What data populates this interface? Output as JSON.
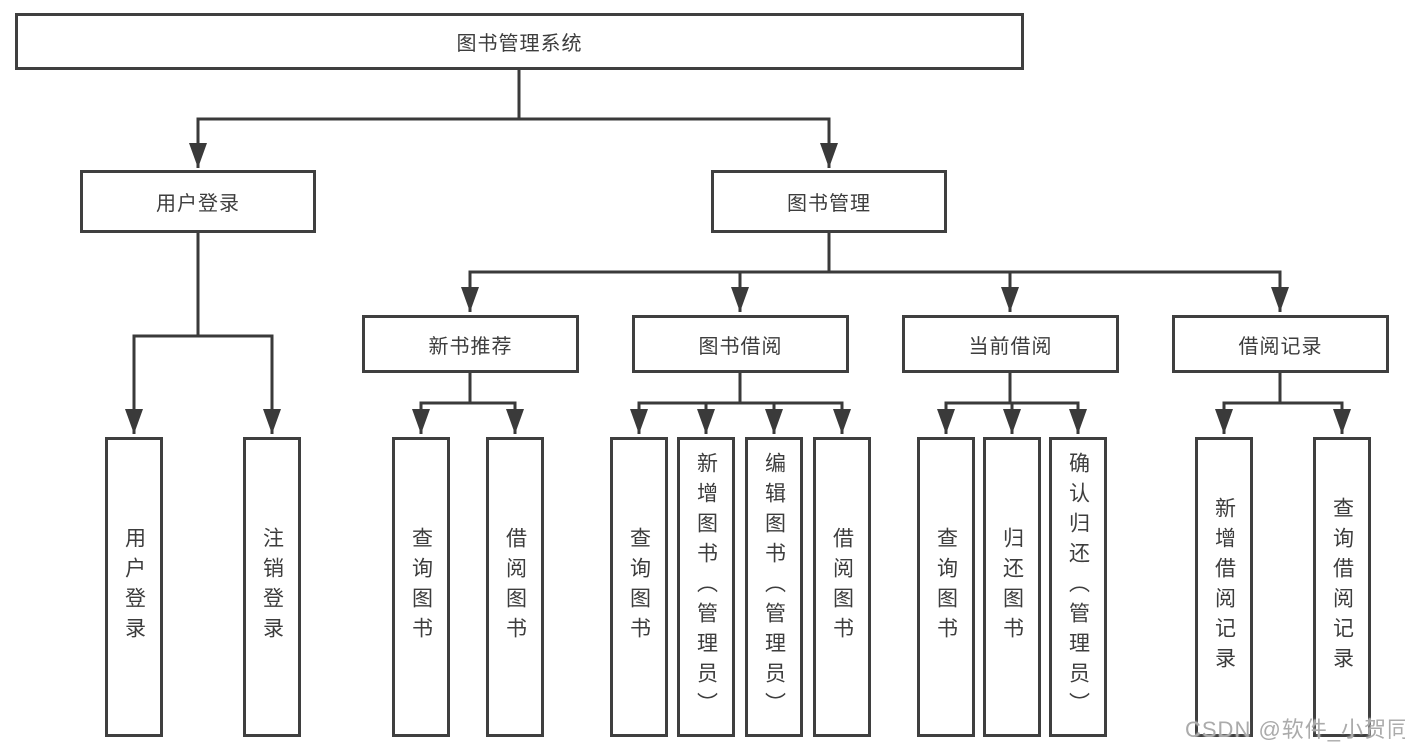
{
  "colors": {
    "background": "#ffffff",
    "line": "#3a3a3a",
    "box_border": "#3f3f3f",
    "text": "#3d3d3d",
    "watermark": "#ababab"
  },
  "diagram": {
    "root": {
      "label": "图书管理系统"
    },
    "branches": [
      {
        "label": "用户登录",
        "children": [
          {
            "label": "用户登录"
          },
          {
            "label": "注销登录"
          }
        ]
      },
      {
        "label": "图书管理",
        "children": [
          {
            "label": "新书推荐",
            "children": [
              {
                "label": "查询图书"
              },
              {
                "label": "借阅图书"
              }
            ]
          },
          {
            "label": "图书借阅",
            "children": [
              {
                "label": "查询图书"
              },
              {
                "label": "新增图书（管理员）"
              },
              {
                "label": "编辑图书（管理员）"
              },
              {
                "label": "借阅图书"
              }
            ]
          },
          {
            "label": "当前借阅",
            "children": [
              {
                "label": "查询图书"
              },
              {
                "label": "归还图书"
              },
              {
                "label": "确认归还（管理员）"
              }
            ]
          },
          {
            "label": "借阅记录",
            "children": [
              {
                "label": "新增借阅记录"
              },
              {
                "label": "查询借阅记录"
              }
            ]
          }
        ]
      }
    ]
  },
  "watermark": {
    "text": "CSDN @软件_小贺同学"
  }
}
